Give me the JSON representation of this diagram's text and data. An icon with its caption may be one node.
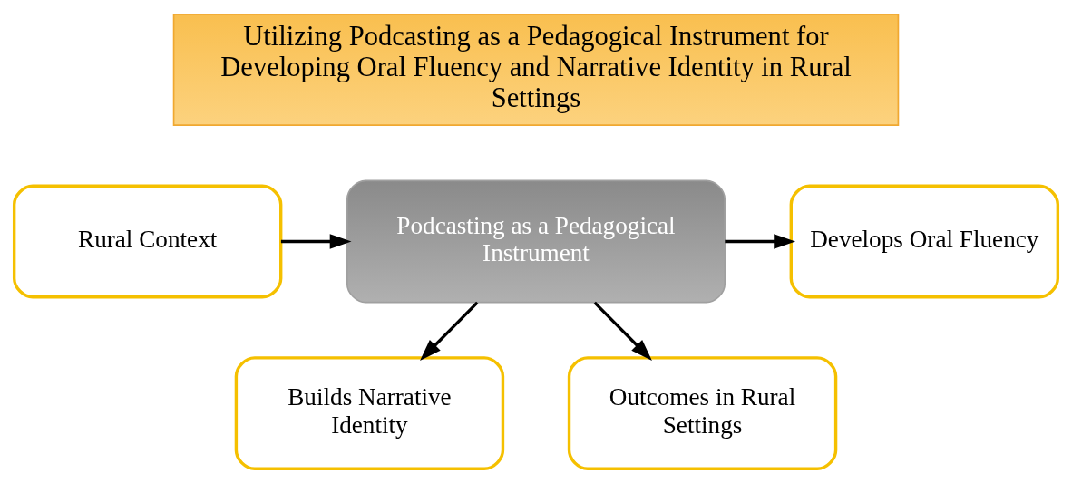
{
  "diagram": {
    "nodes": [
      {
        "text": [
          "Utilizing Podcasting as a Pedagogical Instrument for Developing Oral Fluency and Narrative Identity in Rural Settings"
        ]
      },
      {
        "text": [
          "Rural Context"
        ]
      },
      {
        "text": [
          "Podcasting as a Pedagogical Instrument"
        ]
      },
      {
        "text": [
          "Develops Oral Fluency"
        ]
      },
      {
        "text": [
          "Builds Narrative Identity"
        ]
      },
      {
        "text": [
          "Outcomes in Rural Settings"
        ]
      }
    ],
    "edges": [
      {
        "from": 1,
        "to": 2,
        "arrow": "to"
      },
      {
        "from": 2,
        "to": 3,
        "arrow": "to"
      },
      {
        "from": 2,
        "to": 4,
        "arrow": "to"
      },
      {
        "from": 2,
        "to": 5,
        "arrow": "to"
      }
    ]
  }
}
